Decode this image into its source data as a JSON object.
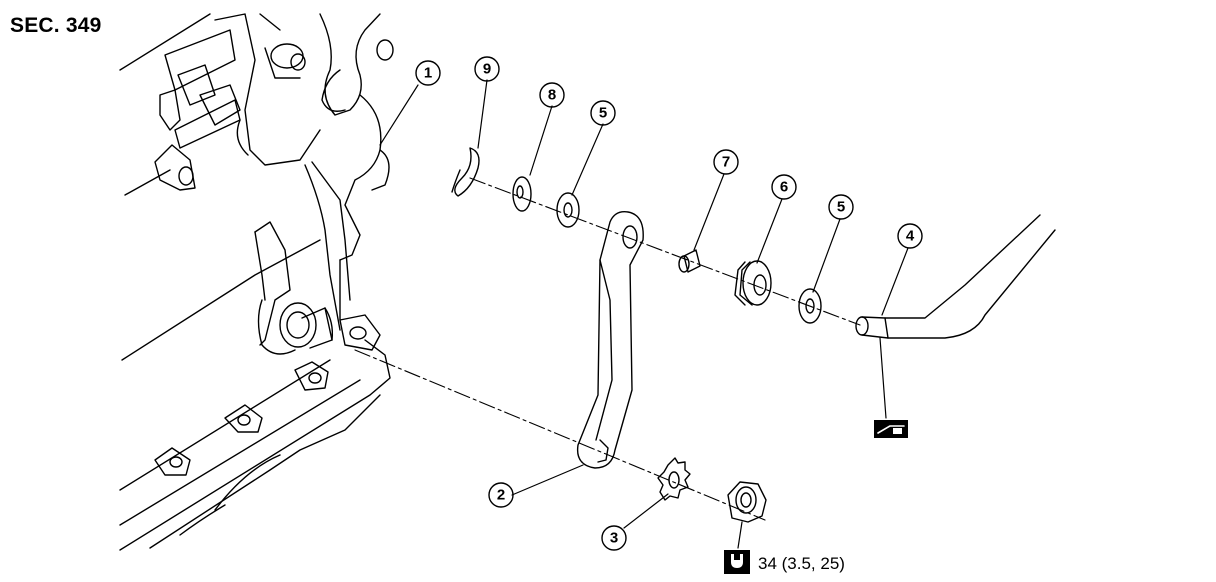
{
  "section_label": "SEC. 349",
  "callouts": [
    {
      "id": "c1",
      "number": "1"
    },
    {
      "id": "c2",
      "number": "2"
    },
    {
      "id": "c3",
      "number": "3"
    },
    {
      "id": "c4",
      "number": "4"
    },
    {
      "id": "c5a",
      "number": "5"
    },
    {
      "id": "c5b",
      "number": "5"
    },
    {
      "id": "c6",
      "number": "6"
    },
    {
      "id": "c7",
      "number": "7"
    },
    {
      "id": "c8",
      "number": "8"
    },
    {
      "id": "c9",
      "number": "9"
    }
  ],
  "torque_spec": "34 (3.5, 25)",
  "icons": [
    "torque-wrench-icon",
    "grease-apply-icon"
  ]
}
